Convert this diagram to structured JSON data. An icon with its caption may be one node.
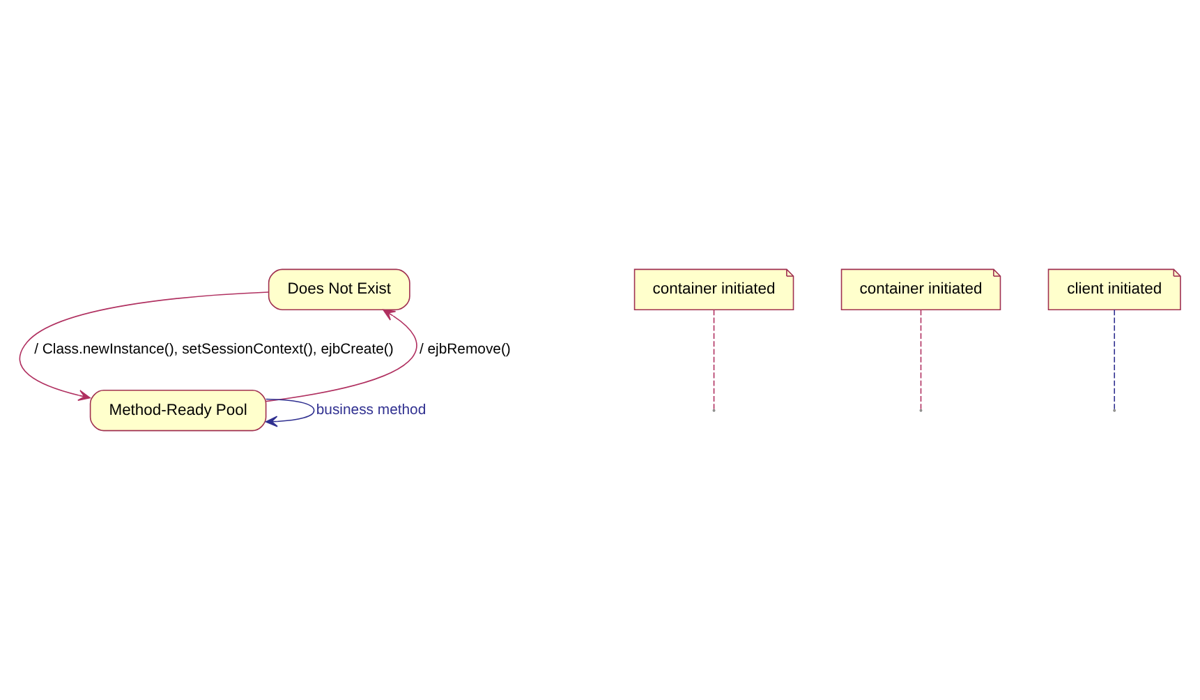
{
  "diagram": {
    "nodes": [
      {
        "text": [
          "Does Not Exist"
        ]
      },
      {
        "text": [
          "Method-Ready Pool"
        ]
      },
      {
        "text": [
          "container initiated"
        ]
      },
      {
        "text": [
          "container initiated"
        ]
      },
      {
        "text": [
          "client initiated"
        ]
      }
    ],
    "edges": [
      {
        "from": 1,
        "to": 0,
        "arrow": "to",
        "label": "/ ejbRemove()"
      },
      {
        "from": 0,
        "to": 1,
        "arrow": "to",
        "label": "/ Class.newInstance(), setSessionContext(), ejbCreate()"
      },
      {
        "from": 1,
        "to": 1,
        "arrow": "to",
        "label": "business method",
        "color": "#303090"
      },
      {
        "from": 2,
        "to": null,
        "arrow": "none",
        "style": "dashed"
      },
      {
        "from": 3,
        "to": null,
        "arrow": "none",
        "style": "dashed"
      },
      {
        "from": 4,
        "to": null,
        "arrow": "none",
        "style": "dashed",
        "color": "#303090"
      }
    ]
  }
}
